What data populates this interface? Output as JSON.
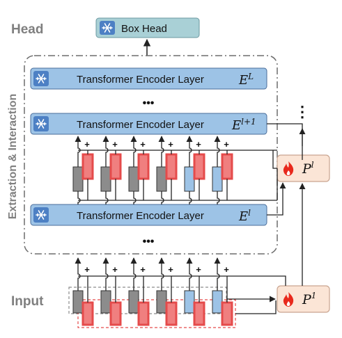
{
  "labels": {
    "head": "Head",
    "side": "Extraction & Interaction",
    "input": "Input",
    "box_head": "Box Head",
    "ellipsis": "•••",
    "vertical_ellipsis": "⋮",
    "plus": "+"
  },
  "encoder_layers": [
    {
      "text": "Transformer Encoder Layer",
      "math": "E",
      "sup": "L"
    },
    {
      "text": "Transformer Encoder Layer",
      "math": "E",
      "sup": "l+1"
    },
    {
      "text": "Transformer Encoder Layer",
      "math": "E",
      "sup": "l"
    }
  ],
  "prompts": [
    {
      "math": "P",
      "sup": "l"
    },
    {
      "math": "P",
      "sup": "1"
    }
  ],
  "icons": {
    "frozen": "snowflake-icon",
    "trainable": "flame-icon"
  },
  "colors": {
    "encoder_fill": "#9dc3e6",
    "encoder_stroke": "#4a6d9a",
    "box_head_fill": "#a9d0d6",
    "prompt_fill": "#fbe5d6",
    "prompt_stroke": "#c9a590",
    "gray_token": "#8c8c8c",
    "blue_token": "#9dc3e6",
    "red_token": "#f07f7f",
    "flame": "#e8291c",
    "label_gray": "#7f7f7f"
  }
}
